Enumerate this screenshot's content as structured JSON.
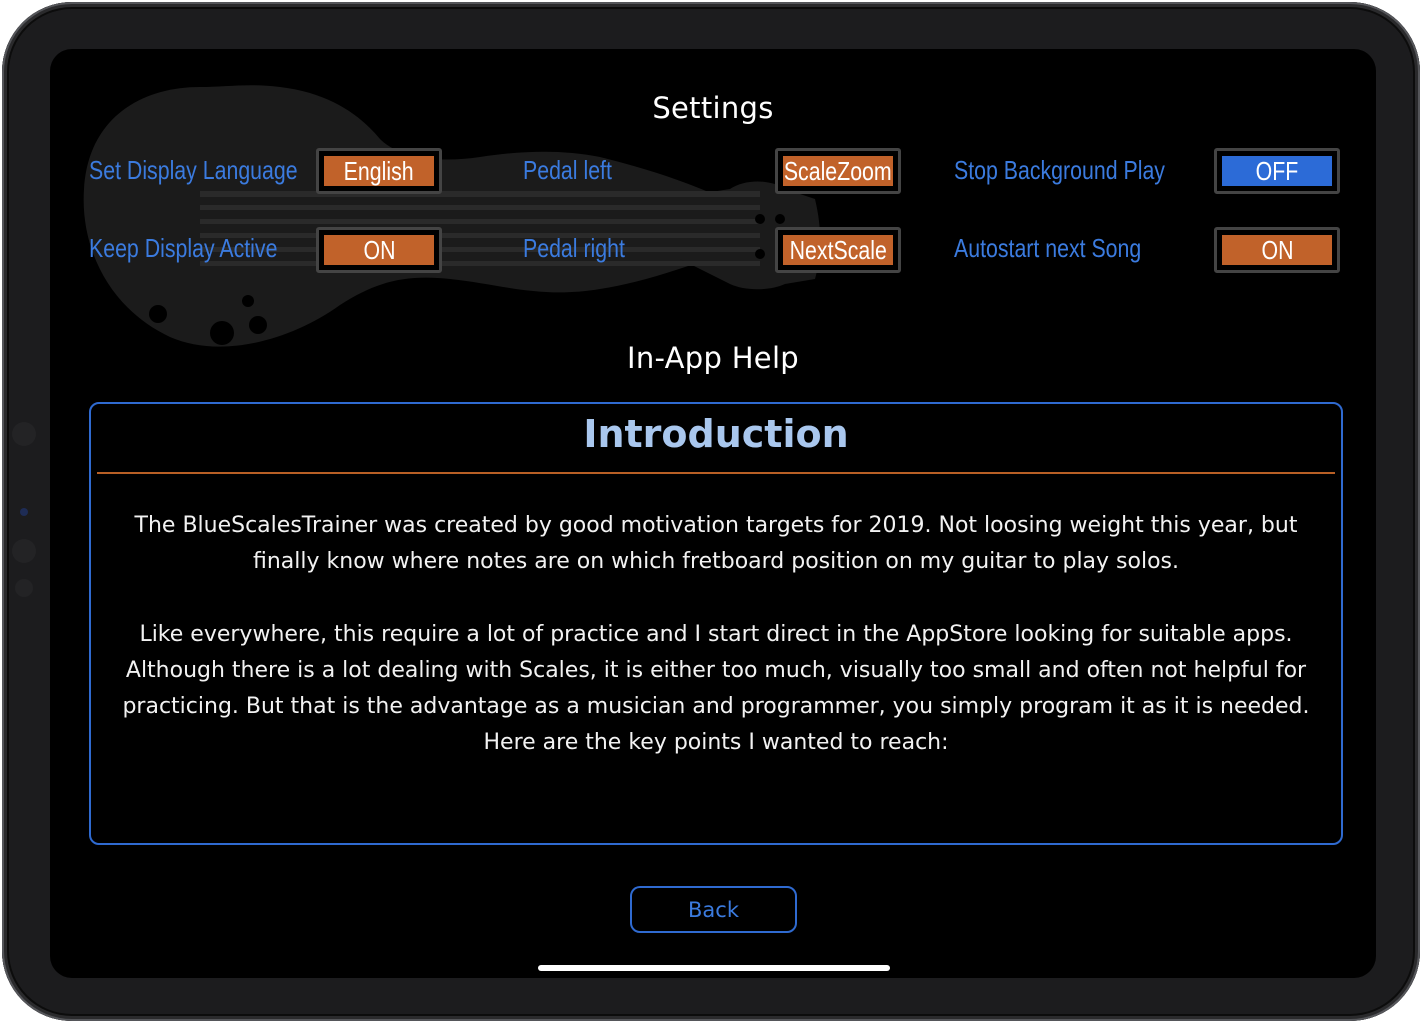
{
  "settings": {
    "title": "Settings",
    "rows": [
      {
        "label": "Set Display Language",
        "value": "English",
        "color": "#c1622a"
      },
      {
        "label": "Pedal left",
        "value": "ScaleZoom",
        "color": "#c1622a"
      },
      {
        "label": "Stop Background Play",
        "value": "OFF",
        "color": "#2c6bd7"
      },
      {
        "label": "Keep Display Active",
        "value": "ON",
        "color": "#c1622a"
      },
      {
        "label": "Pedal right",
        "value": "NextScale",
        "color": "#c1622a"
      },
      {
        "label": "Autostart next Song",
        "value": "ON",
        "color": "#c1622a"
      }
    ]
  },
  "help": {
    "title": "In-App Help",
    "heading": "Introduction",
    "paragraphs": [
      "The BlueScalesTrainer was created by good motivation targets for 2019. Not loosing weight this year, but finally know where notes are on which fretboard position on my guitar to play solos.",
      "Like everywhere, this require a lot of practice and I start direct in the AppStore looking for suitable apps. Although there is a lot dealing with Scales, it is either too much, visually too small and often not helpful for practicing. But that is the advantage as a musician and programmer, you simply program it as it is needed. Here are the key points I wanted to reach:"
    ]
  },
  "back_label": "Back",
  "colors": {
    "accent_blue": "#2f6ad0",
    "label_blue": "#3b7bdf",
    "accent_orange": "#c1622a",
    "heading_blue": "#a9c7ee",
    "background": "#000000"
  },
  "icons": {
    "background": "guitar-silhouette"
  }
}
